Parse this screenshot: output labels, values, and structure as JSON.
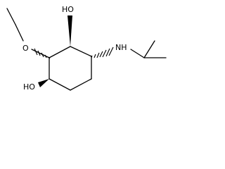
{
  "molecule": {
    "atom_labels": {
      "ethoxy_o": "O",
      "top_oh": "HO",
      "bottom_oh": "HO",
      "amine_nh": "NH"
    }
  }
}
